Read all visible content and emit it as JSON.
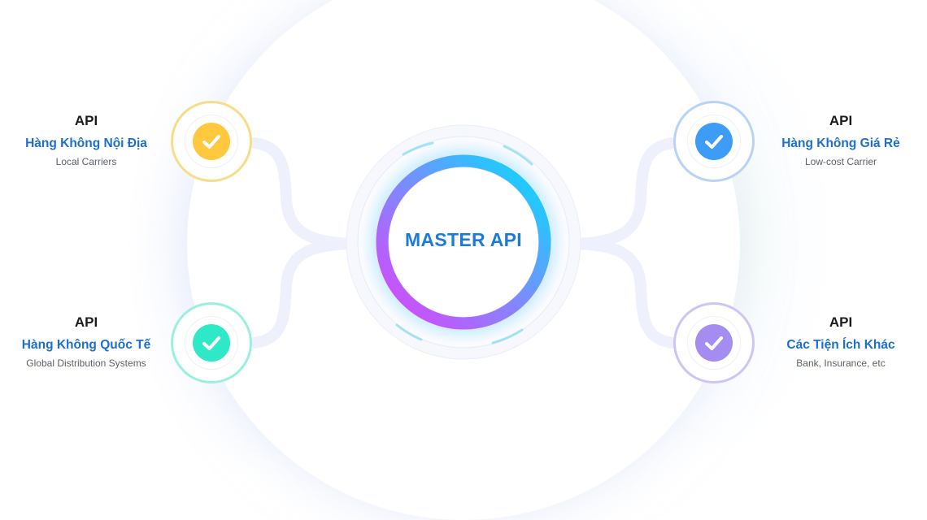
{
  "hub": {
    "title": "MASTER API"
  },
  "nodes": [
    {
      "id": "local",
      "heading": "API",
      "title": "Hàng Không Nội Địa",
      "subtitle": "Local Carriers",
      "icon": "check-icon",
      "color": "#ffc83d",
      "ring": "#f7dd8a"
    },
    {
      "id": "global",
      "heading": "API",
      "title": "Hàng Không Quốc Tế",
      "subtitle": "Global Distribution Systems",
      "icon": "check-icon",
      "color": "#2ee8c8",
      "ring": "#9af0e0"
    },
    {
      "id": "lowcost",
      "heading": "API",
      "title": "Hàng Không Giá Rẻ",
      "subtitle": "Low-cost Carrier",
      "icon": "check-icon",
      "color": "#3d9cf5",
      "ring": "#b9d3f7"
    },
    {
      "id": "utilities",
      "heading": "API",
      "title": "Các Tiện Ích Khác",
      "subtitle": "Bank, Insurance, etc",
      "icon": "check-icon",
      "color": "#a48cf0",
      "ring": "#cfc4f6"
    }
  ],
  "colors": {
    "title_blue": "#1d6fcf",
    "hub_text": "#1d7bd8",
    "hub_ring_start": "#00e0ff",
    "hub_ring_end": "#e040fb"
  }
}
